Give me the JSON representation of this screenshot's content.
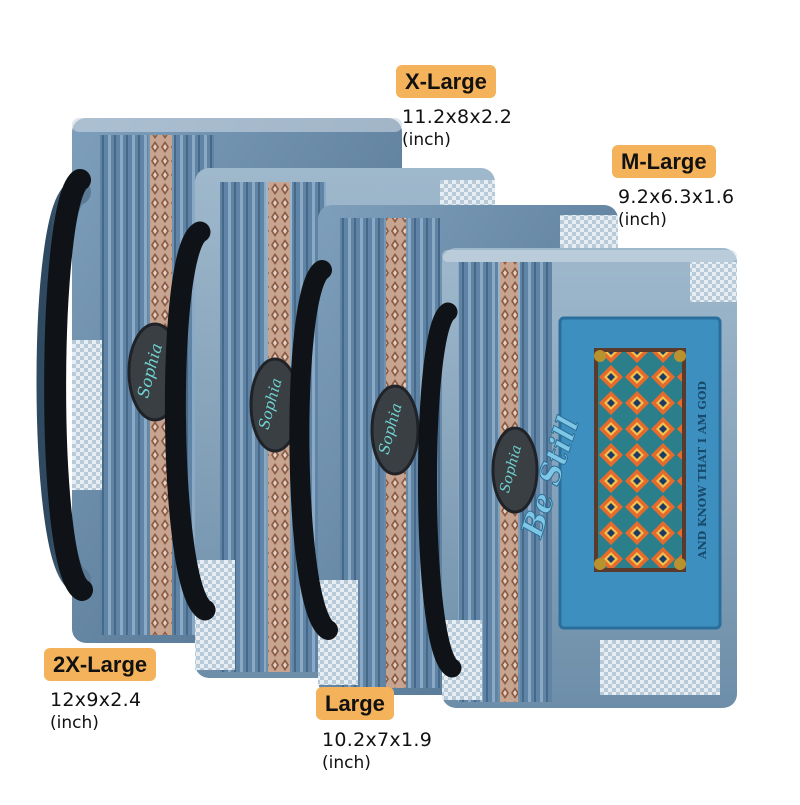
{
  "sizes": [
    {
      "label": "X-Large",
      "dims": "11.2x8x2.2",
      "unit": "(inch)"
    },
    {
      "label": "M-Large",
      "dims": "9.2x6.3x1.6",
      "unit": "(inch)"
    },
    {
      "label": "2X-Large",
      "dims": "12x9x2.4",
      "unit": "(inch)"
    },
    {
      "label": "Large",
      "dims": "10.2x7x1.9",
      "unit": "(inch)"
    }
  ],
  "product": {
    "name_text": "Sophia",
    "cover_title": "Be Still",
    "cover_subtitle": "AND KNOW THAT I AM GOD"
  },
  "colors": {
    "badge": "#f4b25a",
    "denim_dark": "#3f6079",
    "denim_mid": "#6f93b1",
    "denim_light": "#a9c0d3",
    "handle": "#101418"
  }
}
